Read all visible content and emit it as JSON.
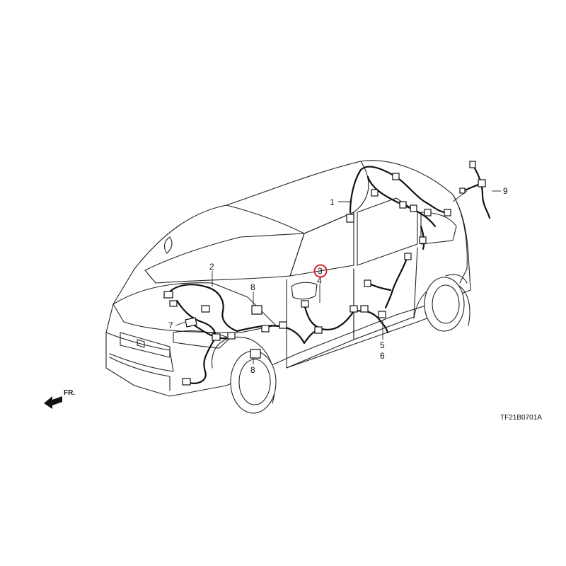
{
  "diagram": {
    "callouts": [
      {
        "id": "1",
        "label": "1"
      },
      {
        "id": "2",
        "label": "2"
      },
      {
        "id": "3",
        "label": "3"
      },
      {
        "id": "4",
        "label": "4"
      },
      {
        "id": "5",
        "label": "5"
      },
      {
        "id": "6",
        "label": "6"
      },
      {
        "id": "7",
        "label": "7"
      },
      {
        "id": "8a",
        "label": "8"
      },
      {
        "id": "8b",
        "label": "8"
      },
      {
        "id": "9",
        "label": "9"
      }
    ],
    "highlighted_callout": "3",
    "highlight_color": "#d9262b",
    "direction_label": "FR.",
    "figure_code": "TF21B0701A"
  }
}
